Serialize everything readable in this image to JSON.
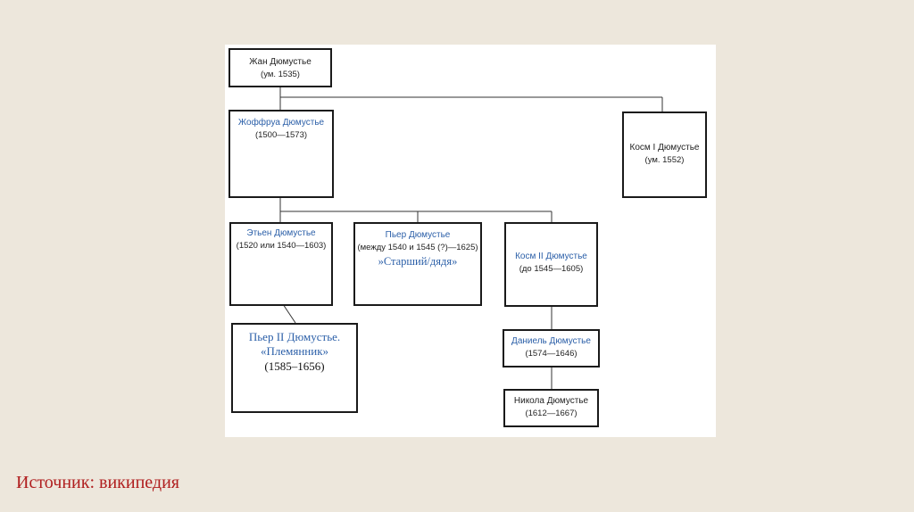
{
  "tree": {
    "jean": {
      "name": "Жан Дюмустье",
      "dates": "(ум. 1535)"
    },
    "geoffroy": {
      "name": "Жоффруа Дюмустье",
      "dates": "(1500—1573)"
    },
    "cosme1": {
      "name": "Косм I Дюмустье",
      "dates": "(ум. 1552)"
    },
    "etienne": {
      "name": "Этьен Дюмустье",
      "dates": "(1520 или 1540—1603)"
    },
    "pierre": {
      "name": "Пьер Дюмустье",
      "dates": "(между 1540 и 1545 (?)—1625)",
      "note": "»Старший/дядя»"
    },
    "cosme2": {
      "name": "Косм II Дюмустье",
      "dates": "(до 1545—1605)"
    },
    "pierre2": {
      "name_line1": "Пьер II Дюмустье.",
      "name_line2": "«Племянник»",
      "dates": "(1585–1656)"
    },
    "daniel": {
      "name": "Даниель Дюмустье",
      "dates": "(1574—1646)"
    },
    "nicolas": {
      "name": "Никола Дюмустье",
      "dates": "(1612—1667)"
    }
  },
  "colors": {
    "link": "#2b5fa8",
    "source": "#b01e1e",
    "background": "#ede7dc"
  },
  "source_label": "Источник: википедия"
}
